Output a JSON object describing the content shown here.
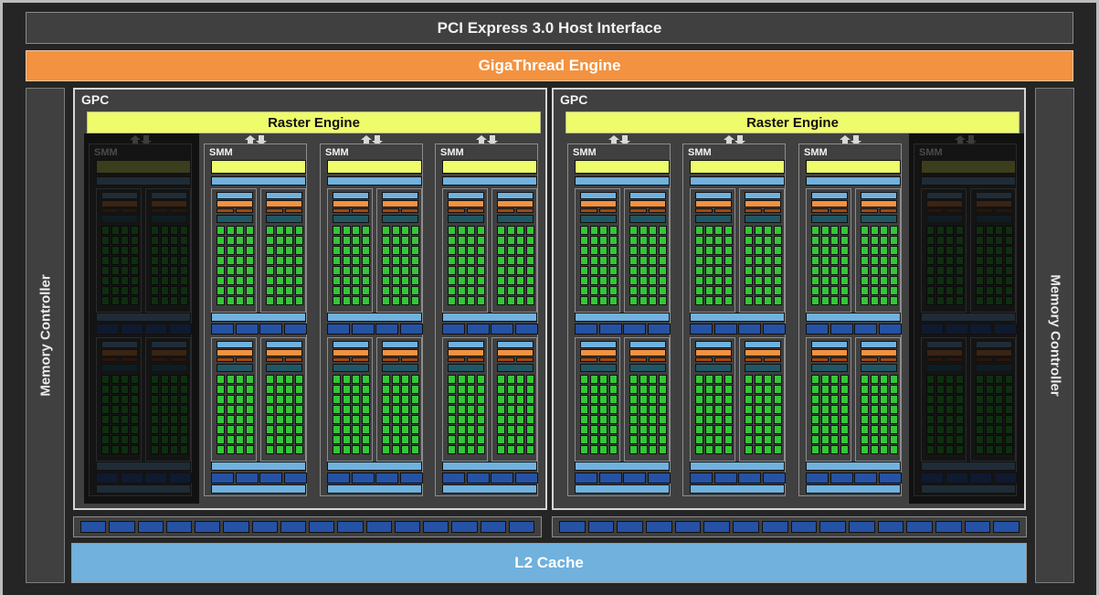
{
  "diagram": {
    "host_interface": {
      "label": "PCI Express 3.0 Host Interface"
    },
    "scheduler": {
      "label": "GigaThread Engine"
    },
    "memory_controllers": [
      {
        "label": "Memory Controller",
        "side": "left"
      },
      {
        "label": "Memory Controller",
        "side": "right"
      }
    ],
    "gpcs": [
      {
        "label": "GPC",
        "raster_engine": "Raster Engine",
        "smms": [
          {
            "label": "SMM",
            "enabled": false
          },
          {
            "label": "SMM",
            "enabled": true
          },
          {
            "label": "SMM",
            "enabled": true
          },
          {
            "label": "SMM",
            "enabled": true
          }
        ]
      },
      {
        "label": "GPC",
        "raster_engine": "Raster Engine",
        "smms": [
          {
            "label": "SMM",
            "enabled": true
          },
          {
            "label": "SMM",
            "enabled": true
          },
          {
            "label": "SMM",
            "enabled": true
          },
          {
            "label": "SMM",
            "enabled": false
          }
        ]
      }
    ],
    "memory_banks": [
      {
        "blocks": 16
      },
      {
        "blocks": 16
      }
    ],
    "l2_cache": {
      "label": "L2 Cache"
    },
    "smm_structure": {
      "quadrants_per_smm": 4,
      "core_grid_cols": 4,
      "core_grid_rows": 8,
      "texture_units_per_row": 4
    },
    "colors": {
      "background": "#252525",
      "block": "#404040",
      "giga_thread": "#f39240",
      "raster": "#eefb6b",
      "l2_cache": "#70b1dd",
      "core": "#33c637",
      "memory_block": "#2552a4",
      "dispatch": "#a5480f",
      "register_file": "#215765"
    }
  }
}
